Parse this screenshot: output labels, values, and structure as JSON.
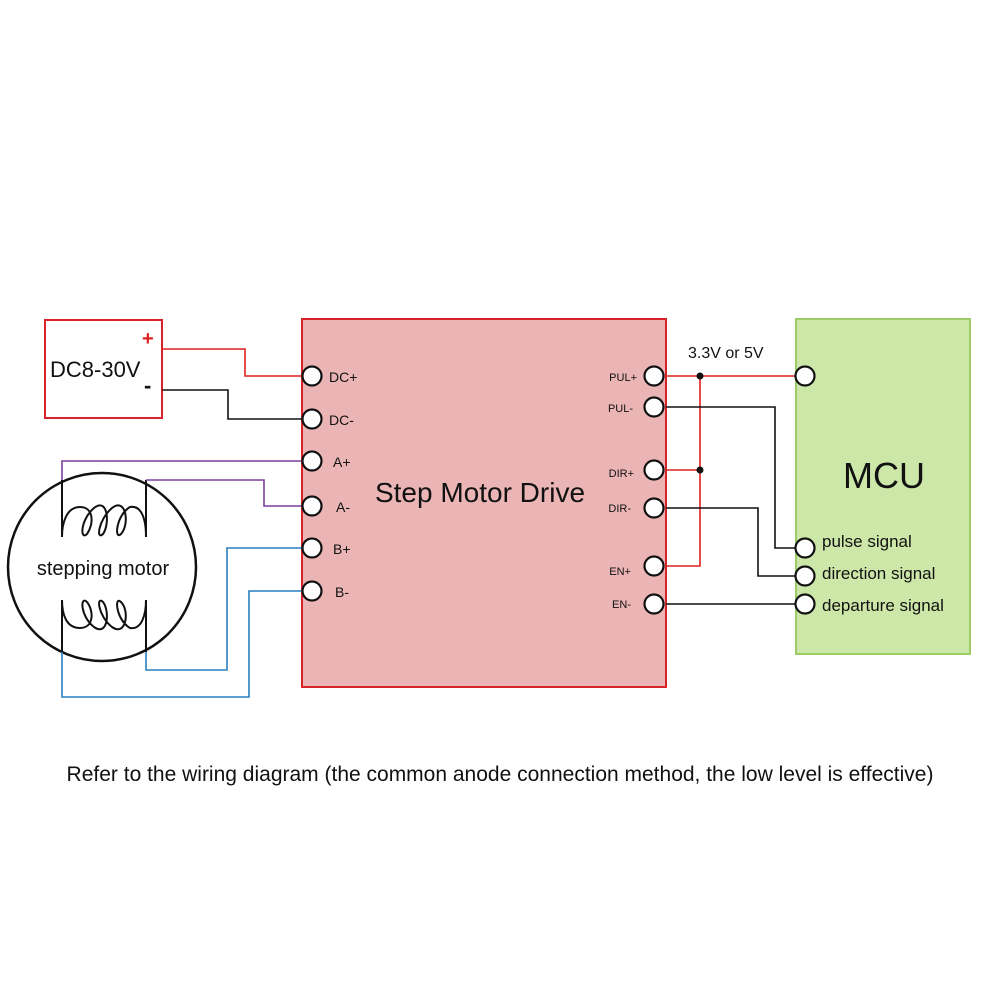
{
  "colors": {
    "positive_wire": "#e02020",
    "negative_wire": "#111111",
    "phase_a_wire": "#7b3fa0",
    "phase_b_wire": "#2a7fc0",
    "driver_fill": "#ebb5b5",
    "driver_border": "#d8232a",
    "mcu_fill": "#cde7a9",
    "mcu_border": "#9ccc65",
    "psu_border": "#d8232a"
  },
  "power_supply": {
    "label": "DC8-30V",
    "plus_sign": "+",
    "minus_sign": "-"
  },
  "motor": {
    "label": "stepping motor"
  },
  "driver": {
    "title": "Step Motor Drive",
    "left_terminals": [
      "DC+",
      "DC-",
      "A+",
      "A-",
      "B+",
      "B-"
    ],
    "right_terminals": [
      "PUL+",
      "PUL-",
      "DIR+",
      "DIR-",
      "EN+",
      "EN-"
    ]
  },
  "signal_voltage": "3.3V or 5V",
  "mcu": {
    "title": "MCU",
    "pins": [
      "pulse signal",
      "direction signal",
      "departure signal"
    ]
  },
  "caption": "Refer to the wiring diagram (the common anode connection method, the low level is effective)"
}
